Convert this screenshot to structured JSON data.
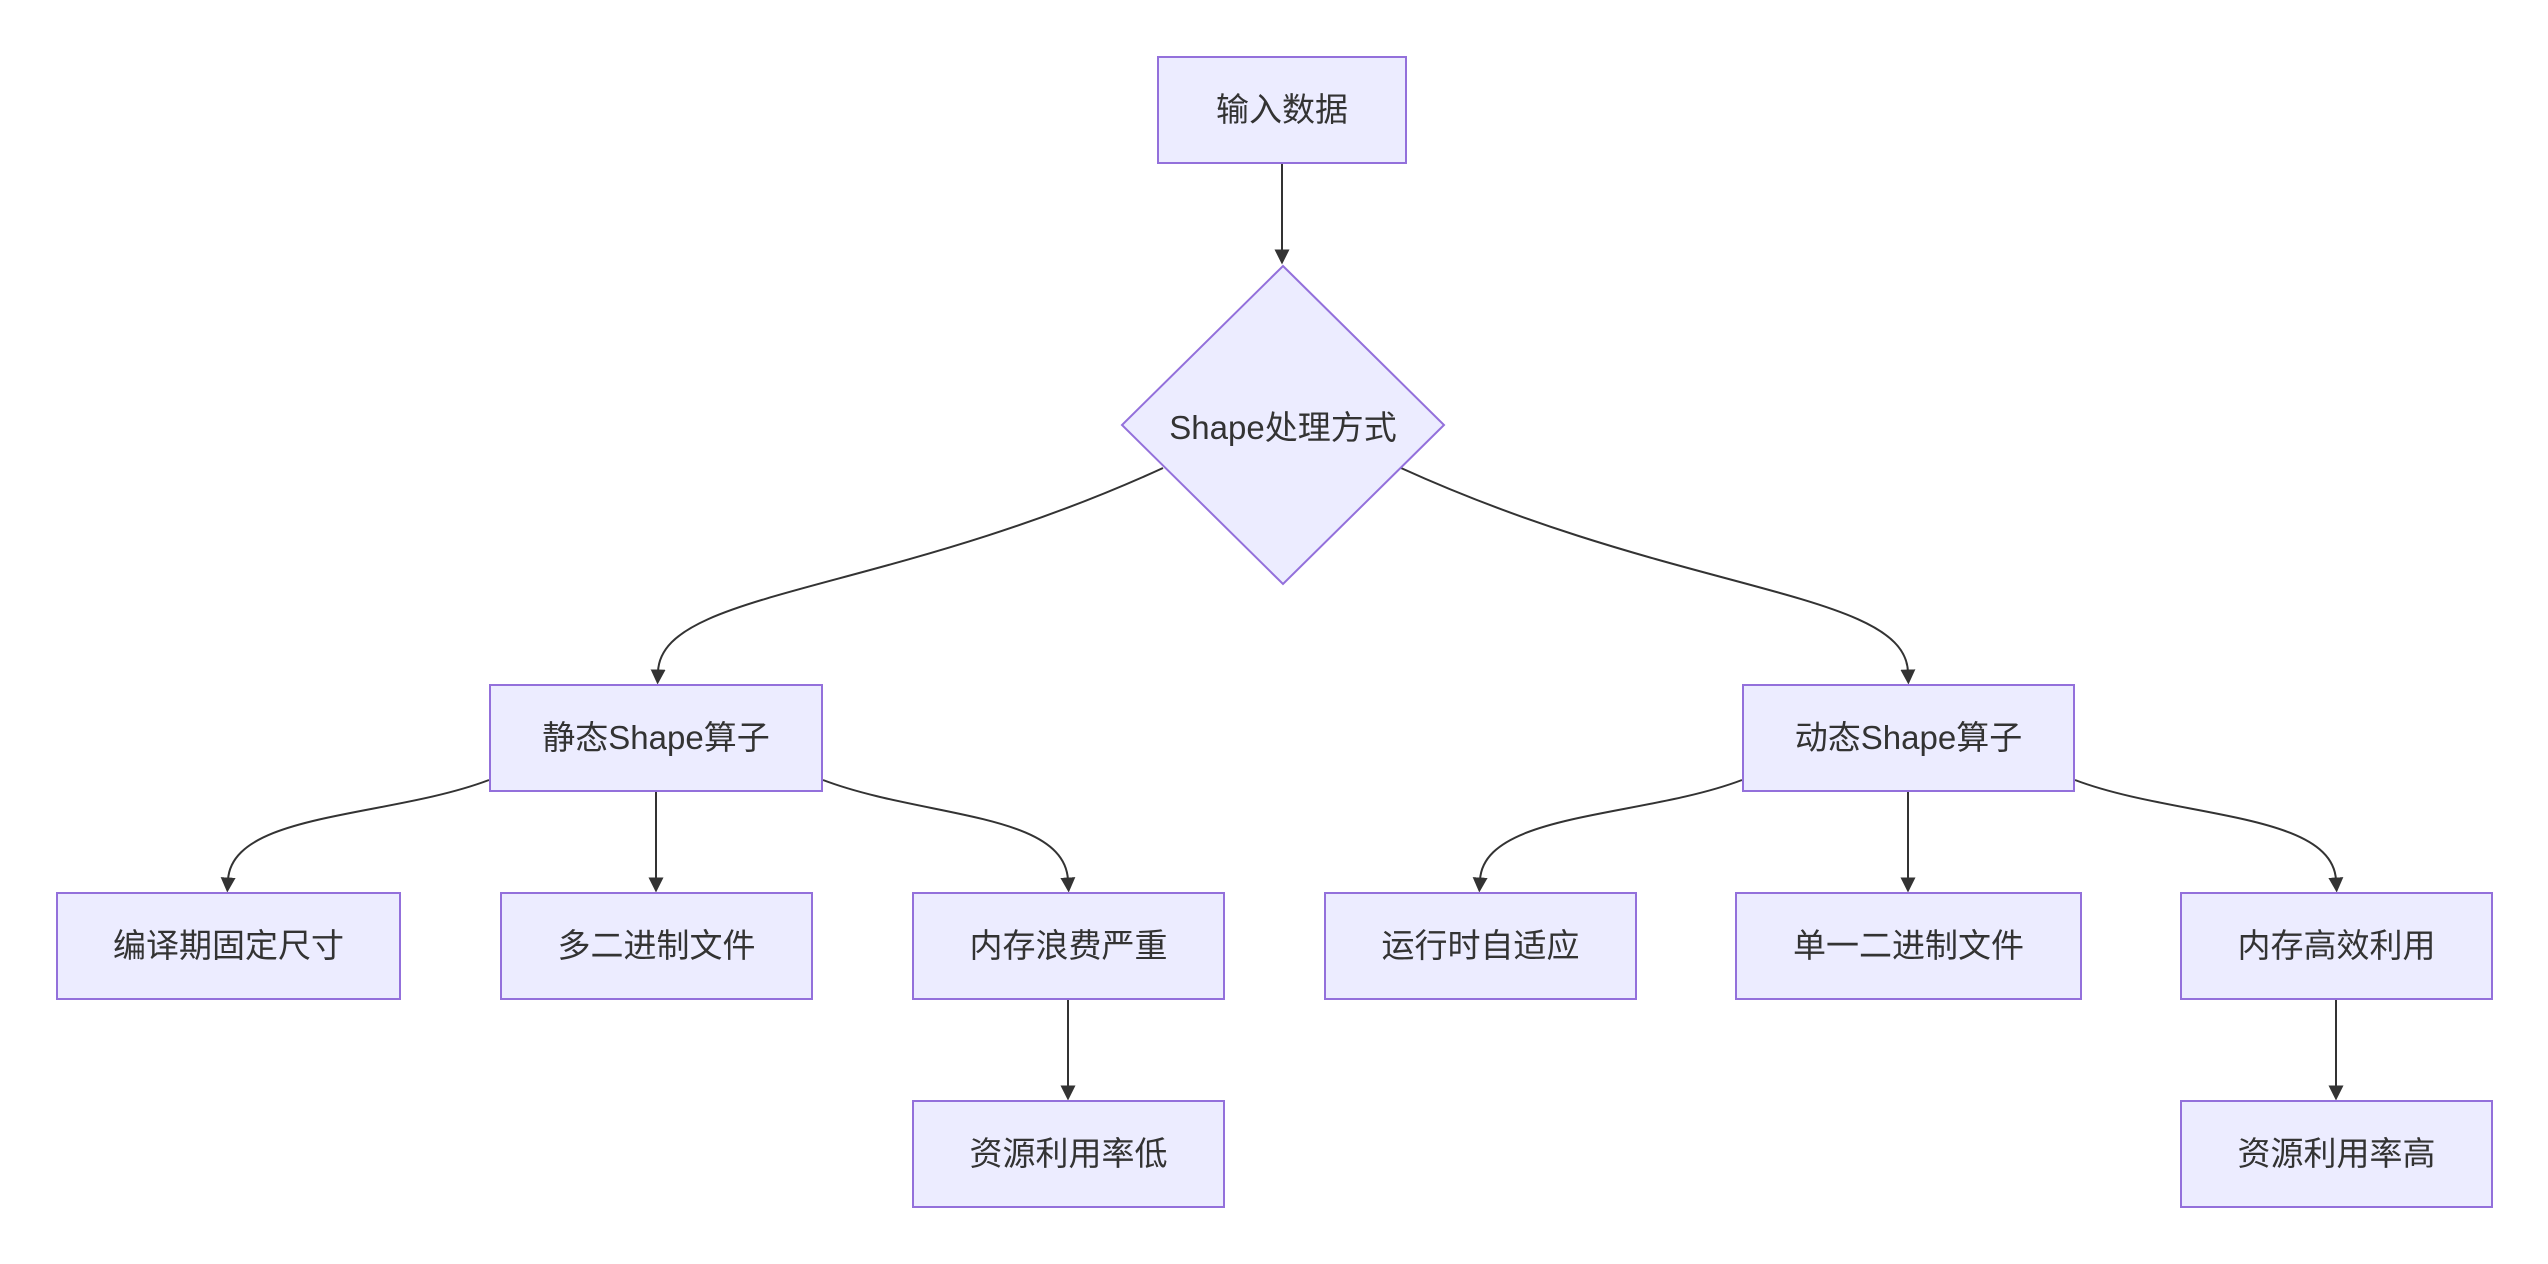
{
  "diagram": {
    "type": "flowchart",
    "direction": "top-down",
    "colors": {
      "background": "#ffffff",
      "node_fill": "#ECECFF",
      "node_border": "#9370DB",
      "edge_color": "#333333",
      "text_color": "#333333"
    },
    "nodes": {
      "input": {
        "label": "输入数据",
        "shape": "rect"
      },
      "decision": {
        "label": "Shape处理方式",
        "shape": "diamond"
      },
      "static_op": {
        "label": "静态Shape算子",
        "shape": "rect"
      },
      "dynamic_op": {
        "label": "动态Shape算子",
        "shape": "rect"
      },
      "fixed_size": {
        "label": "编译期固定尺寸",
        "shape": "rect"
      },
      "multi_binary": {
        "label": "多二进制文件",
        "shape": "rect"
      },
      "memory_waste": {
        "label": "内存浪费严重",
        "shape": "rect"
      },
      "runtime_adaptive": {
        "label": "运行时自适应",
        "shape": "rect"
      },
      "single_binary": {
        "label": "单一二进制文件",
        "shape": "rect"
      },
      "memory_efficient": {
        "label": "内存高效利用",
        "shape": "rect"
      },
      "low_utilization": {
        "label": "资源利用率低",
        "shape": "rect"
      },
      "high_utilization": {
        "label": "资源利用率高",
        "shape": "rect"
      }
    },
    "edges": [
      {
        "from": "输入数据",
        "to": "Shape处理方式"
      },
      {
        "from": "Shape处理方式",
        "to": "静态Shape算子"
      },
      {
        "from": "Shape处理方式",
        "to": "动态Shape算子"
      },
      {
        "from": "静态Shape算子",
        "to": "编译期固定尺寸"
      },
      {
        "from": "静态Shape算子",
        "to": "多二进制文件"
      },
      {
        "from": "静态Shape算子",
        "to": "内存浪费严重"
      },
      {
        "from": "动态Shape算子",
        "to": "运行时自适应"
      },
      {
        "from": "动态Shape算子",
        "to": "单一二进制文件"
      },
      {
        "from": "动态Shape算子",
        "to": "内存高效利用"
      },
      {
        "from": "内存浪费严重",
        "to": "资源利用率低"
      },
      {
        "from": "内存高效利用",
        "to": "资源利用率高"
      }
    ]
  }
}
